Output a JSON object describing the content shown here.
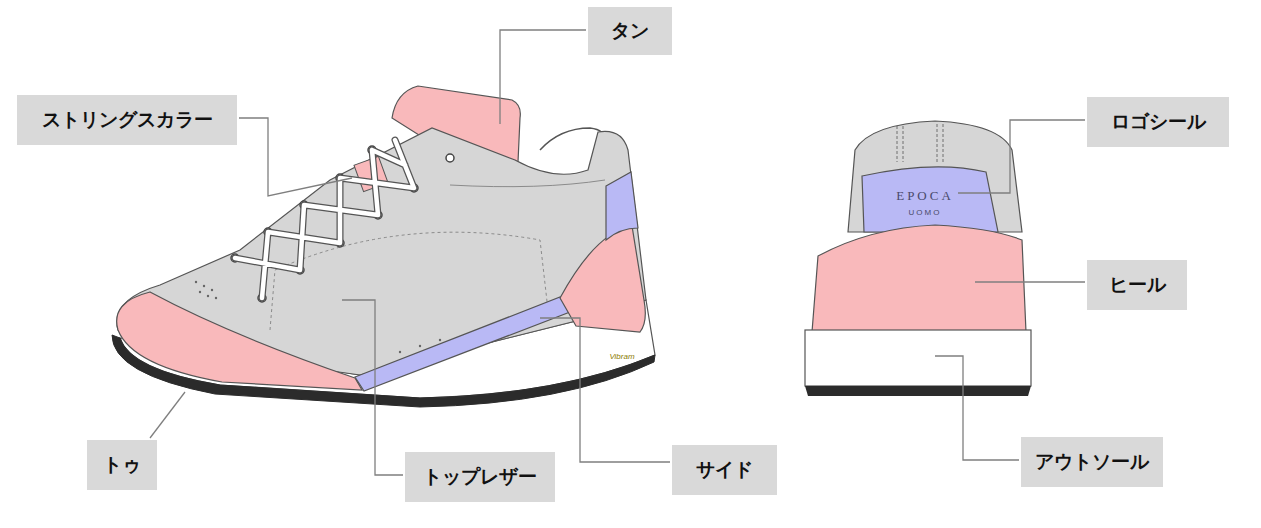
{
  "diagram": {
    "nodes": [
      {
        "text": [
          "タン"
        ]
      },
      {
        "text": [
          "ストリングスカラー"
        ]
      },
      {
        "text": [
          "ロゴシール"
        ]
      },
      {
        "text": [
          "ヒール"
        ]
      },
      {
        "text": [
          "アウトソール"
        ]
      },
      {
        "text": [
          "トゥ"
        ]
      },
      {
        "text": [
          "トップレザー"
        ]
      },
      {
        "text": [
          "サイド"
        ]
      }
    ],
    "labels": [
      "EPOCA",
      "UOMO",
      "Vibram"
    ]
  }
}
